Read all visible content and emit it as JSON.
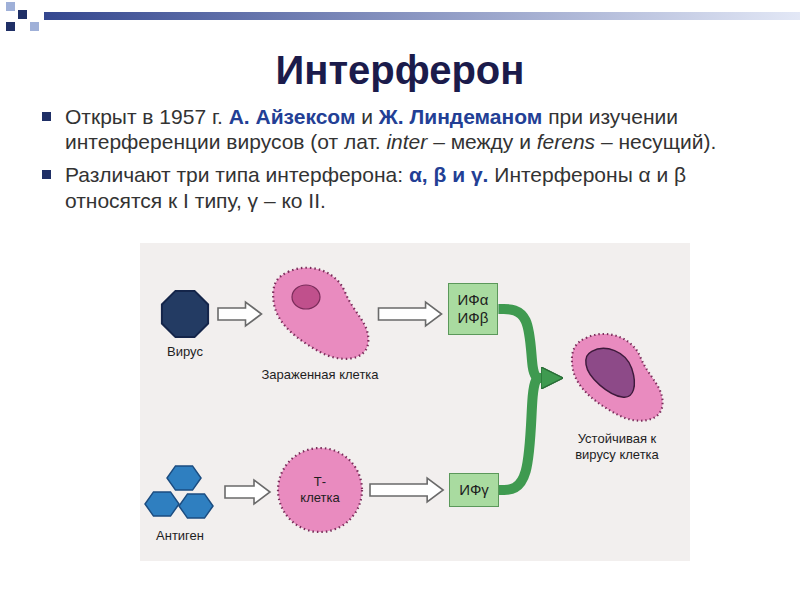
{
  "diagram": {
    "title": "Интерферон",
    "nodes": [
      {
        "text": [
          "Вирус"
        ]
      },
      {
        "text": [
          "Зараженная клетка"
        ]
      },
      {
        "text": [
          "ИФα ИФβ"
        ]
      },
      {
        "text": [
          "Антиген"
        ]
      },
      {
        "text": [
          "Т- клетка"
        ]
      },
      {
        "text": [
          "ИФγ"
        ]
      },
      {
        "text": [
          "Устойчивая к вирусу клетка"
        ]
      }
    ],
    "edges": [
      {
        "from": 0,
        "to": 1,
        "arrow": "to"
      },
      {
        "from": 1,
        "to": 2,
        "arrow": "to"
      },
      {
        "from": 3,
        "to": 4,
        "arrow": "to"
      },
      {
        "from": 4,
        "to": 5,
        "arrow": "to"
      },
      {
        "from": 2,
        "to": 6,
        "arrow": "to"
      },
      {
        "from": 5,
        "to": 6,
        "arrow": "to"
      }
    ],
    "labels": [
      "Открыт в 1957 г.",
      "А. Айзексом",
      "и",
      "Ж. Линдеманом",
      "при изучении интерференции вирусов (от лат.",
      "inter",
      "– между и",
      "ferens",
      "– несущий).",
      "Различают три типа интерферона:",
      "α, β и γ.",
      "Интерфероны α и β относятся к I типу, γ – ко II."
    ]
  }
}
